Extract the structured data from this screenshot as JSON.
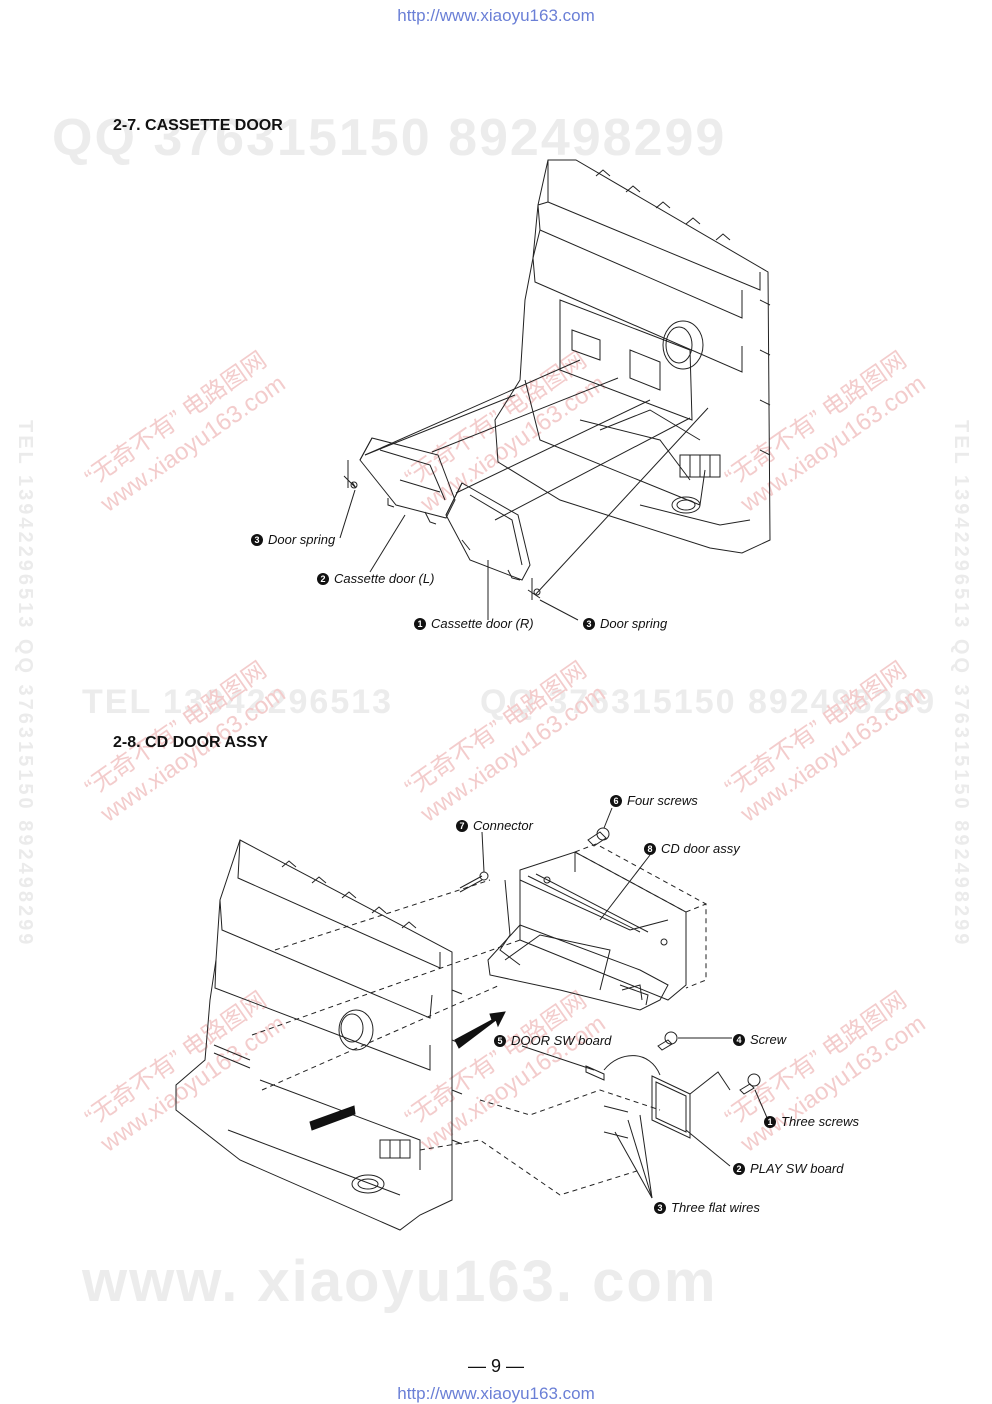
{
  "header": {
    "url": "http://www.xiaoyu163.com"
  },
  "footer": {
    "url": "http://www.xiaoyu163.com",
    "page_number": "— 9 —"
  },
  "watermarks": {
    "qq_top": "QQ 376315150    892498299",
    "tel_mid": "TEL 13942296513",
    "qq_mid": "QQ 376315150  892498299",
    "www_bottom": "www. xiaoyu163. com",
    "side_left": "TEL 13942296513  QQ 376315150  892498299",
    "side_right": "TEL 13942296513  QQ 376315150  892498299",
    "diag_line1": "“无奇不有” 电路图网",
    "diag_line2": "www.xiaoyu163.com"
  },
  "section_cassette": {
    "heading": "2-7. CASSETTE DOOR",
    "callouts": [
      {
        "num": "3",
        "label": "Door spring"
      },
      {
        "num": "2",
        "label": "Cassette door (L)"
      },
      {
        "num": "1",
        "label": "Cassette door (R)"
      },
      {
        "num": "3",
        "label": "Door spring"
      }
    ]
  },
  "section_cd": {
    "heading": "2-8. CD DOOR ASSY",
    "callouts": [
      {
        "num": "6",
        "label": "Four screws"
      },
      {
        "num": "7",
        "label": "Connector"
      },
      {
        "num": "8",
        "label": "CD door assy"
      },
      {
        "num": "5",
        "label": "DOOR SW board"
      },
      {
        "num": "4",
        "label": "Screw"
      },
      {
        "num": "1",
        "label": "Three screws"
      },
      {
        "num": "2",
        "label": "PLAY SW board"
      },
      {
        "num": "3",
        "label": "Three flat wires"
      }
    ]
  }
}
